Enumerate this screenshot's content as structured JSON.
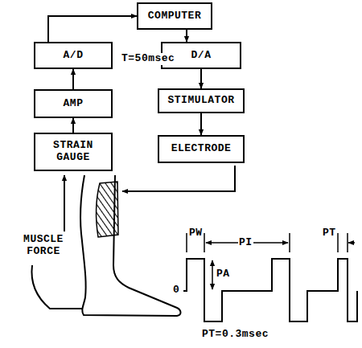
{
  "diagram": {
    "nodes": [
      {
        "text": [
          "COMPUTER"
        ]
      },
      {
        "text": [
          "A/D"
        ]
      },
      {
        "text": [
          "D/A"
        ]
      },
      {
        "text": [
          "AMP"
        ]
      },
      {
        "text": [
          "STIMULATOR"
        ]
      },
      {
        "text": [
          "STRAIN GAUGE"
        ]
      },
      {
        "text": [
          "ELECTRODE"
        ]
      }
    ],
    "edges": [
      {
        "from": 5,
        "to": 3,
        "arrow": "to"
      },
      {
        "from": 3,
        "to": 1,
        "arrow": "to"
      },
      {
        "from": 1,
        "to": 0,
        "arrow": "to"
      },
      {
        "from": 0,
        "to": 2,
        "arrow": "to"
      },
      {
        "from": 2,
        "to": 4,
        "arrow": "to"
      },
      {
        "from": 4,
        "to": 6,
        "arrow": "to"
      }
    ],
    "labels": [
      "T=50msec",
      "MUSCLE FORCE",
      "PW",
      "PI",
      "PT",
      "PA",
      "0",
      "PT=0.3msec"
    ]
  }
}
